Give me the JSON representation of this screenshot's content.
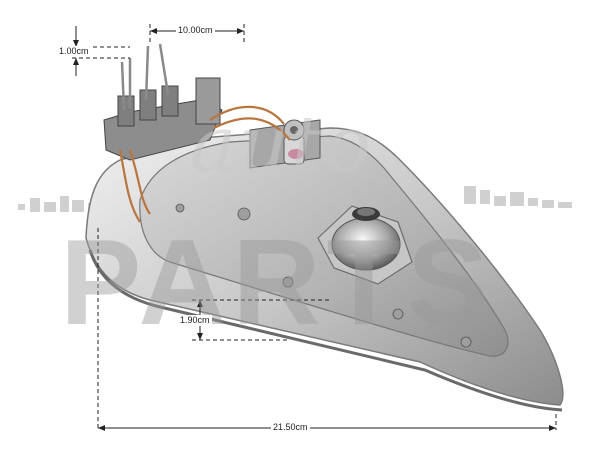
{
  "watermark": {
    "script_text": "auto",
    "block_text": "PARTS",
    "color": "#9a9a9a"
  },
  "dimensions": {
    "top_height": "1.00cm",
    "top_width": "10.00cm",
    "soleplate_height": "1.90cm",
    "total_length": "21.50cm"
  },
  "colors": {
    "metal_light": "#e4e4e4",
    "metal_mid": "#b9b9b9",
    "metal_dark": "#6f6f6f",
    "copper": "#b8763e",
    "dim_line": "#222222"
  }
}
